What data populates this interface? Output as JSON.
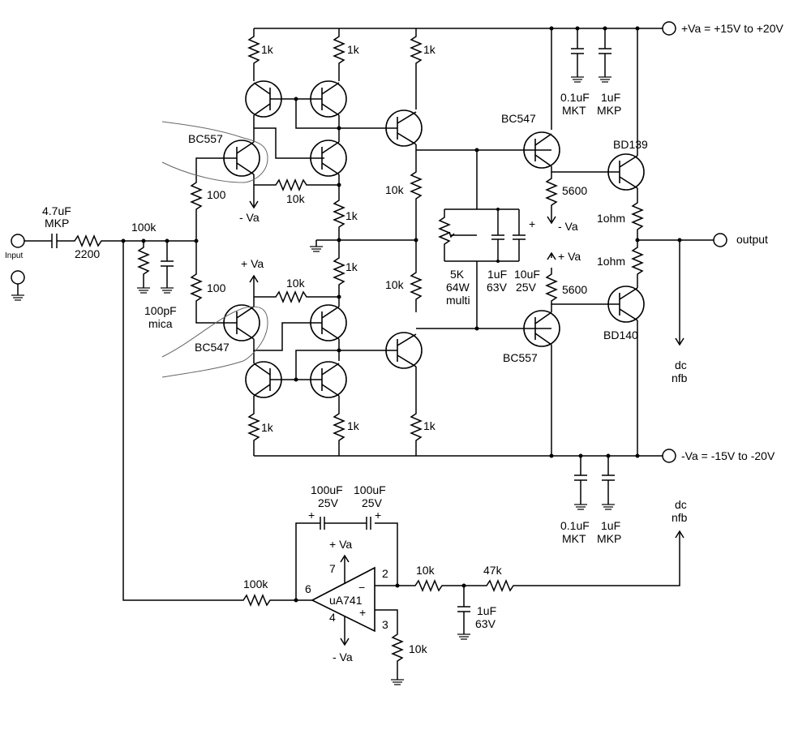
{
  "labels": {
    "rail_pos": "+Va = +15V to +20V",
    "rail_neg": "-Va = -15V to -20V",
    "input": "Input",
    "output": "output",
    "in_cap": "4.7uF",
    "in_cap_type": "MKP",
    "in_res": "2200",
    "r_100k": "100k",
    "c_100pf": "100pF",
    "c_100pf_type": "mica",
    "r_100_top": "100",
    "r_100_bot": "100",
    "q_bc557_in": "BC557",
    "q_bc547_in": "BC547",
    "q_bc547_drv": "BC547",
    "q_bc557_drv": "BC557",
    "q_bd139": "BD139",
    "q_bd140": "BD140",
    "r_1k": "1k",
    "r_10k": "10k",
    "r_5600": "5600",
    "r_1ohm": "1ohm",
    "neg_va": "- Va",
    "pos_va": "+ Va",
    "pot_5k": "5K",
    "pot_64w": "64W",
    "pot_multi": "multi",
    "c_1uf": "1uF",
    "c_63v": "63V",
    "c_10uf": "10uF",
    "c_25v": "25V",
    "c_01uf": "0.1uF",
    "mkt": "MKT",
    "mkp": "MKP",
    "dc": "dc",
    "nfb": "nfb",
    "c_100uf": "100uF",
    "opamp": "uA741",
    "r_47k": "47k",
    "pin2": "2",
    "pin3": "3",
    "pin4": "4",
    "pin6": "6",
    "pin7": "7",
    "minus_sign": "−",
    "plus_sign": "+"
  }
}
